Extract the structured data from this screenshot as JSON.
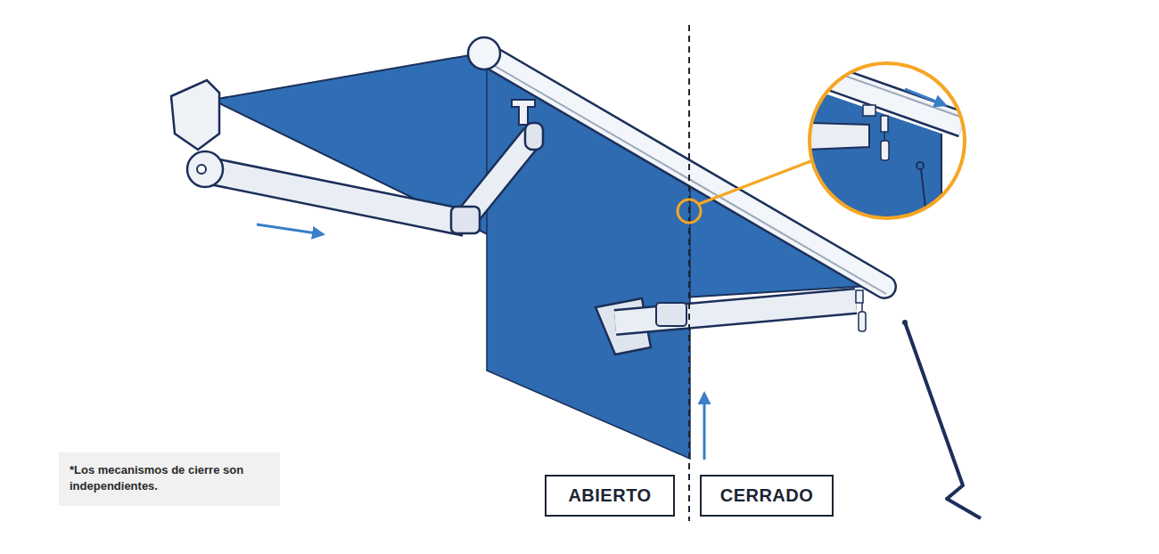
{
  "diagram": {
    "nodes": [
      {
        "text": [
          "*Los mecanismos de cierre son independientes."
        ]
      },
      {
        "text": [
          "ABIERTO"
        ]
      },
      {
        "text": [
          "CERRADO"
        ]
      }
    ]
  }
}
